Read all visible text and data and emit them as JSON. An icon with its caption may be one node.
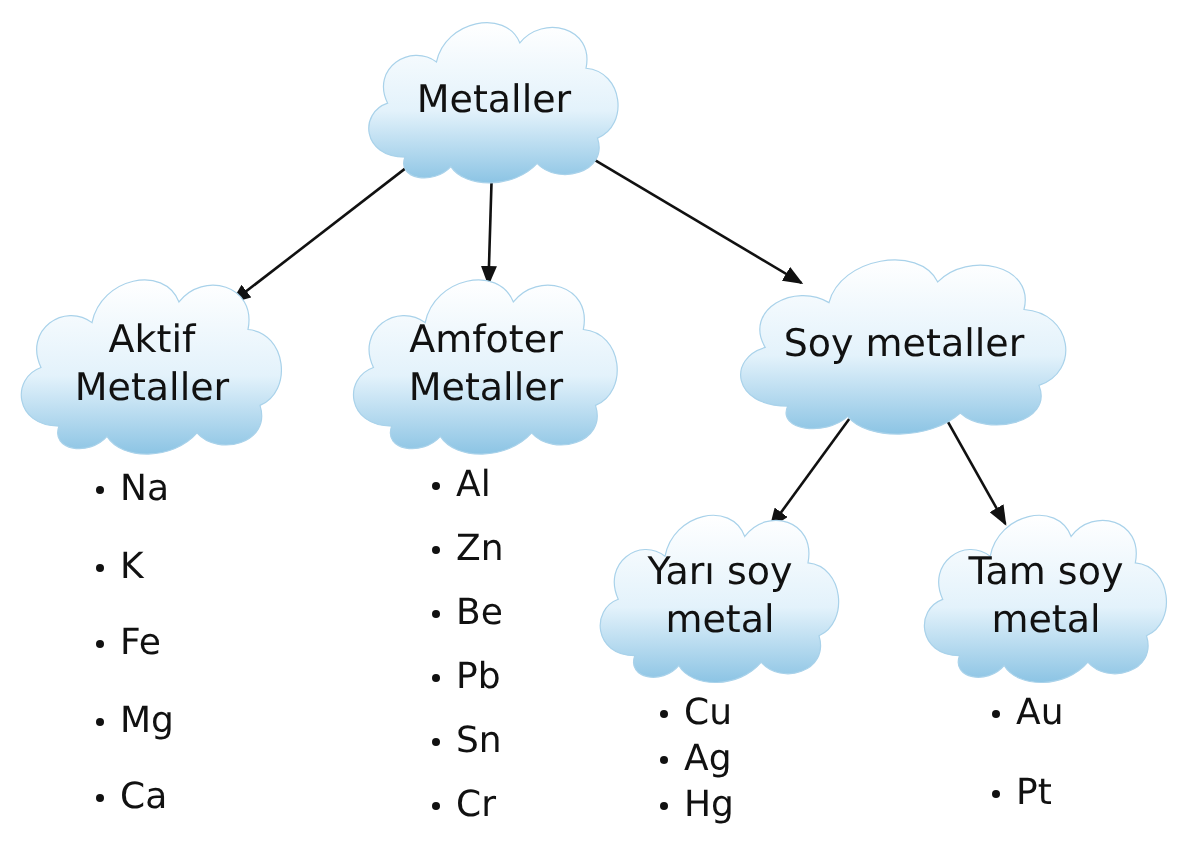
{
  "diagram": {
    "nodes": [
      {
        "text": [
          "Metaller"
        ]
      },
      {
        "text": [
          "Aktif Metaller"
        ],
        "beside": [
          "Na",
          "K",
          "Fe",
          "Mg",
          "Ca"
        ]
      },
      {
        "text": [
          "Amfoter Metaller"
        ],
        "beside": [
          "Al",
          "Zn",
          "Be",
          "Pb",
          "Sn",
          "Cr"
        ]
      },
      {
        "text": [
          "Soy metaller"
        ]
      },
      {
        "text": [
          "Yarı soy metal"
        ],
        "beside": [
          "Cu",
          "Ag",
          "Hg"
        ]
      },
      {
        "text": [
          "Tam soy metal"
        ],
        "beside": [
          "Au",
          "Pt"
        ]
      }
    ],
    "edges": [
      {
        "from": 0,
        "to": 1,
        "arrow": "to"
      },
      {
        "from": 0,
        "to": 2,
        "arrow": "to"
      },
      {
        "from": 0,
        "to": 3,
        "arrow": "to"
      },
      {
        "from": 3,
        "to": 4,
        "arrow": "to"
      },
      {
        "from": 3,
        "to": 5,
        "arrow": "to"
      }
    ]
  }
}
